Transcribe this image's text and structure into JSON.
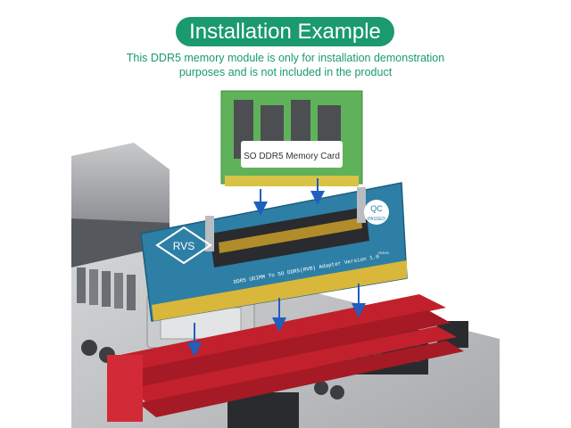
{
  "header": {
    "title": "Installation Example",
    "note_line1": "This DDR5 memory module is only for installation demonstration",
    "note_line2": "purposes and is not included in the product"
  },
  "memory_card": {
    "label": "SO DDR5 Memory Card"
  },
  "adapter": {
    "logo": "RVS",
    "qc_top": "QC",
    "qc_bottom": "PASSED",
    "silk_text": "DDR5 UDIMM To SO DDR5(RVB) Adapter Version 1.0",
    "rohs": "ROHS"
  },
  "colors": {
    "accent": "#1a9a6e",
    "adapter_pcb": "#2e7fa5",
    "memory_pcb": "#5fb25a",
    "dimm_slots": "#c2202c",
    "arrows": "#1f5fbd"
  }
}
